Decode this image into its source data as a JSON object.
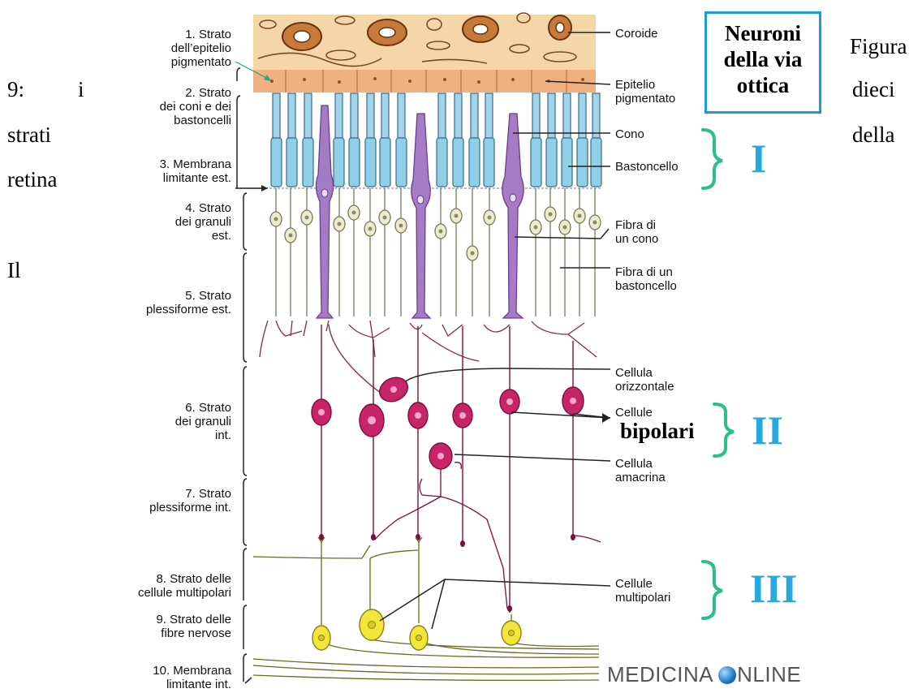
{
  "caption": {
    "w1": "Figura",
    "w2": "9:",
    "w3": "i",
    "w4": "dieci",
    "w5": "strati",
    "w6": "della",
    "w7": "retina",
    "w8": "Il"
  },
  "title_box": {
    "line1": "Neuroni",
    "line2": "della via",
    "line3": "ottica"
  },
  "left_layers": [
    {
      "l1": "1. Strato",
      "l2": "dell’epitelio",
      "l3": "pigmentato"
    },
    {
      "l1": "2. Strato",
      "l2": "dei coni e dei",
      "l3": "bastoncelli"
    },
    {
      "l1": "3. Membrana",
      "l2": "limitante est."
    },
    {
      "l1": "4. Strato",
      "l2": "dei granuli",
      "l3": "est."
    },
    {
      "l1": "5. Strato",
      "l2": "plessiforme est."
    },
    {
      "l1": "6. Strato",
      "l2": "dei granuli",
      "l3": "int."
    },
    {
      "l1": "7. Strato",
      "l2": "plessiforme int."
    },
    {
      "l1": "8. Strato delle",
      "l2": "cellule multipolari"
    },
    {
      "l1": "9. Strato delle",
      "l2": "fibre nervose"
    },
    {
      "l1": "10. Membrana",
      "l2": "limitante int."
    }
  ],
  "right_labels": {
    "coroide": "Coroide",
    "epitelio_l1": "Epitelio",
    "epitelio_l2": "pigmentato",
    "cono": "Cono",
    "bastoncello": "Bastoncello",
    "fibra_cono_l1": "Fibra di",
    "fibra_cono_l2": "un cono",
    "fibra_bast_l1": "Fibra di un",
    "fibra_bast_l2": "bastoncello",
    "orizz_l1": "Cellula",
    "orizz_l2": "orizzontale",
    "cellule": "Cellule",
    "bipolari": "bipolari",
    "amacrina_l1": "Cellula",
    "amacrina_l2": "amacrina",
    "multi_l1": "Cellule",
    "multi_l2": "multipolari"
  },
  "groups": {
    "g1": "I",
    "g2": "II",
    "g3": "III"
  },
  "watermark": {
    "pre": "MEDICINA ",
    "post": "NLINE"
  },
  "colors": {
    "choroid": "#f2cfa0",
    "epithelium": "#f0b283",
    "rod": "#8fd0e8",
    "cone": "#a77bc4",
    "bipolar": "#c8246a",
    "multipolar": "#f3e53a",
    "accent_blue": "#29a8e0",
    "bracket_green": "#2bbf8a"
  }
}
